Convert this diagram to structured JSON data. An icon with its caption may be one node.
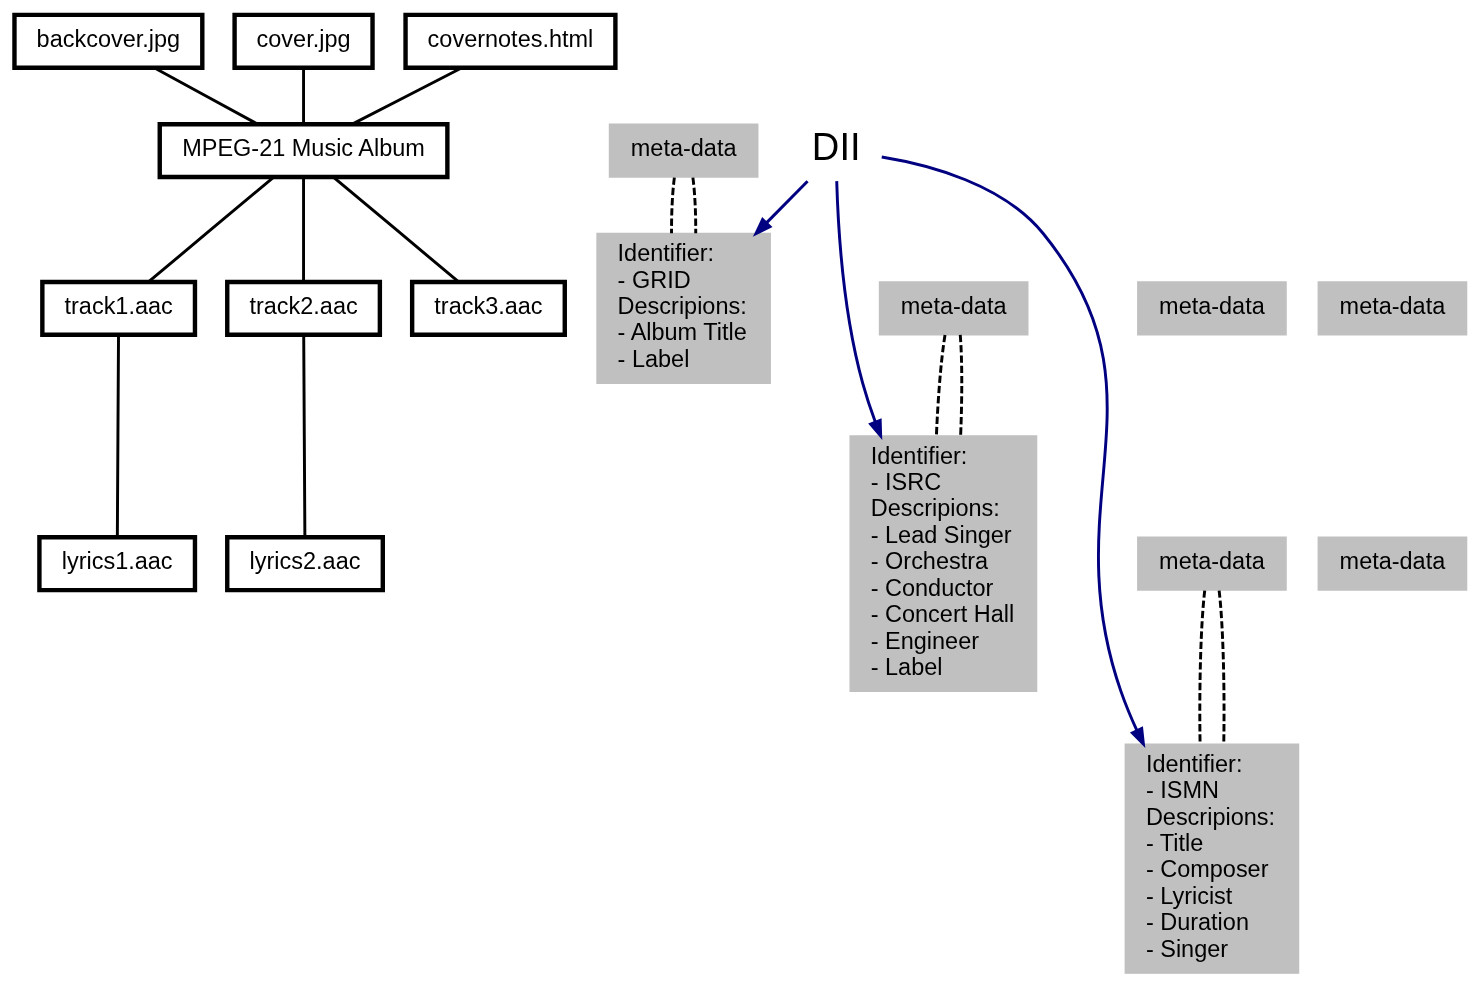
{
  "diagram": {
    "nodes": [
      {
        "text": [
          "backcover.jpg"
        ]
      },
      {
        "text": [
          "cover.jpg"
        ]
      },
      {
        "text": [
          "covernotes.html"
        ]
      },
      {
        "text": [
          "MPEG-21 Music Album"
        ]
      },
      {
        "text": [
          "meta-data"
        ]
      },
      {
        "text": [
          "Identifier:",
          "- GRID",
          "Descripions:",
          "- Album Title",
          "- Label"
        ]
      },
      {
        "text": [
          "track1.aac"
        ]
      },
      {
        "text": [
          "meta-data"
        ]
      },
      {
        "text": [
          "track2.aac"
        ]
      },
      {
        "text": [
          "meta-data"
        ]
      },
      {
        "text": [
          "track3.aac"
        ]
      },
      {
        "text": [
          "meta-data"
        ]
      },
      {
        "text": [
          "Identifier:",
          "- ISRC",
          "Descripions:",
          "- Lead Singer",
          "- Orchestra",
          "- Conductor",
          "- Concert Hall",
          "- Engineer",
          "- Label"
        ]
      },
      {
        "text": [
          "lyrics1.aac"
        ]
      },
      {
        "text": [
          "meta-data"
        ]
      },
      {
        "text": [
          "lyrics2.aac"
        ]
      },
      {
        "text": [
          "meta-data"
        ]
      },
      {
        "text": [
          "Identifier:",
          "- ISMN",
          "Descripions:",
          "- Title",
          "- Composer",
          "- Lyricist",
          "- Duration",
          "- Singer"
        ]
      },
      {
        "text": [
          "DII"
        ]
      }
    ],
    "edges": [
      {
        "from": 0,
        "to": 3,
        "arrow": "none"
      },
      {
        "from": 1,
        "to": 3,
        "arrow": "none"
      },
      {
        "from": 2,
        "to": 3,
        "arrow": "none"
      },
      {
        "from": 3,
        "to": 6,
        "arrow": "none"
      },
      {
        "from": 3,
        "to": 8,
        "arrow": "none"
      },
      {
        "from": 3,
        "to": 10,
        "arrow": "none"
      },
      {
        "from": 6,
        "to": 13,
        "arrow": "none"
      },
      {
        "from": 8,
        "to": 15,
        "arrow": "none"
      },
      {
        "from": 4,
        "to": 5,
        "arrow": "none",
        "style": "dashed"
      },
      {
        "from": 4,
        "to": 5,
        "arrow": "none",
        "style": "dashed"
      },
      {
        "from": 11,
        "to": 12,
        "arrow": "none",
        "style": "dashed"
      },
      {
        "from": 11,
        "to": 12,
        "arrow": "none",
        "style": "dashed"
      },
      {
        "from": 16,
        "to": 17,
        "arrow": "none",
        "style": "dashed"
      },
      {
        "from": 16,
        "to": 17,
        "arrow": "none",
        "style": "dashed"
      },
      {
        "from": 18,
        "to": 5,
        "arrow": "to",
        "color": "#000080"
      },
      {
        "from": 18,
        "to": 17,
        "arrow": "to",
        "color": "#000080"
      },
      {
        "from": 18,
        "to": 12,
        "arrow": "to",
        "color": "#000080"
      }
    ]
  }
}
